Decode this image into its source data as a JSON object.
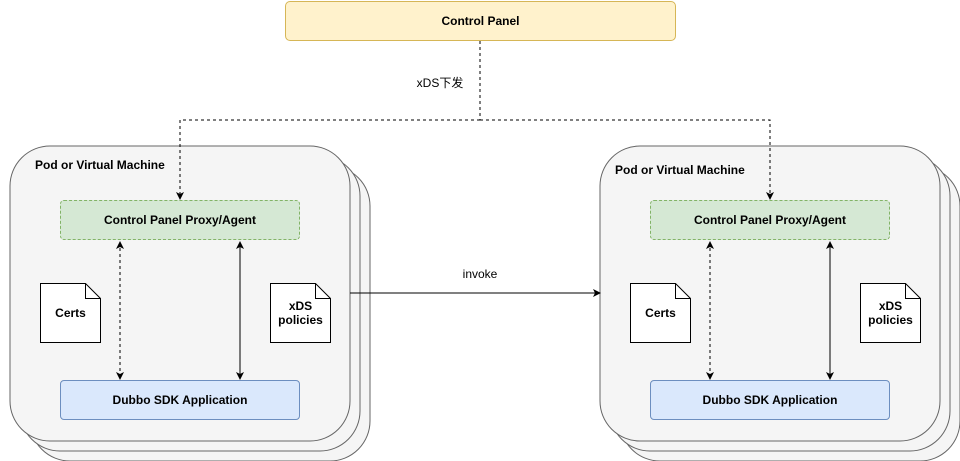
{
  "control_panel": {
    "label": "Control Panel"
  },
  "edge_labels": {
    "xds": "xDS下发",
    "invoke": "invoke"
  },
  "left_pod": {
    "title": "Pod or Virtual Machine",
    "proxy_label": "Control Panel Proxy/Agent",
    "certs_label": "Certs",
    "xds_label": "xDS\npolicies",
    "sdk_label": "Dubbo SDK Application"
  },
  "right_pod": {
    "title": "Pod or Virtual Machine",
    "proxy_label": "Control Panel Proxy/Agent",
    "certs_label": "Certs",
    "xds_label": "xDS\npolicies",
    "sdk_label": "Dubbo SDK Application"
  },
  "colors": {
    "control_panel_fill": "#fff2cc",
    "control_panel_stroke": "#d6b656",
    "proxy_fill": "#d5e8d4",
    "proxy_stroke": "#82b366",
    "sdk_fill": "#dae8fc",
    "sdk_stroke": "#6c8ebf",
    "pod_fill": "#f5f5f5",
    "pod_stroke": "#666666"
  }
}
